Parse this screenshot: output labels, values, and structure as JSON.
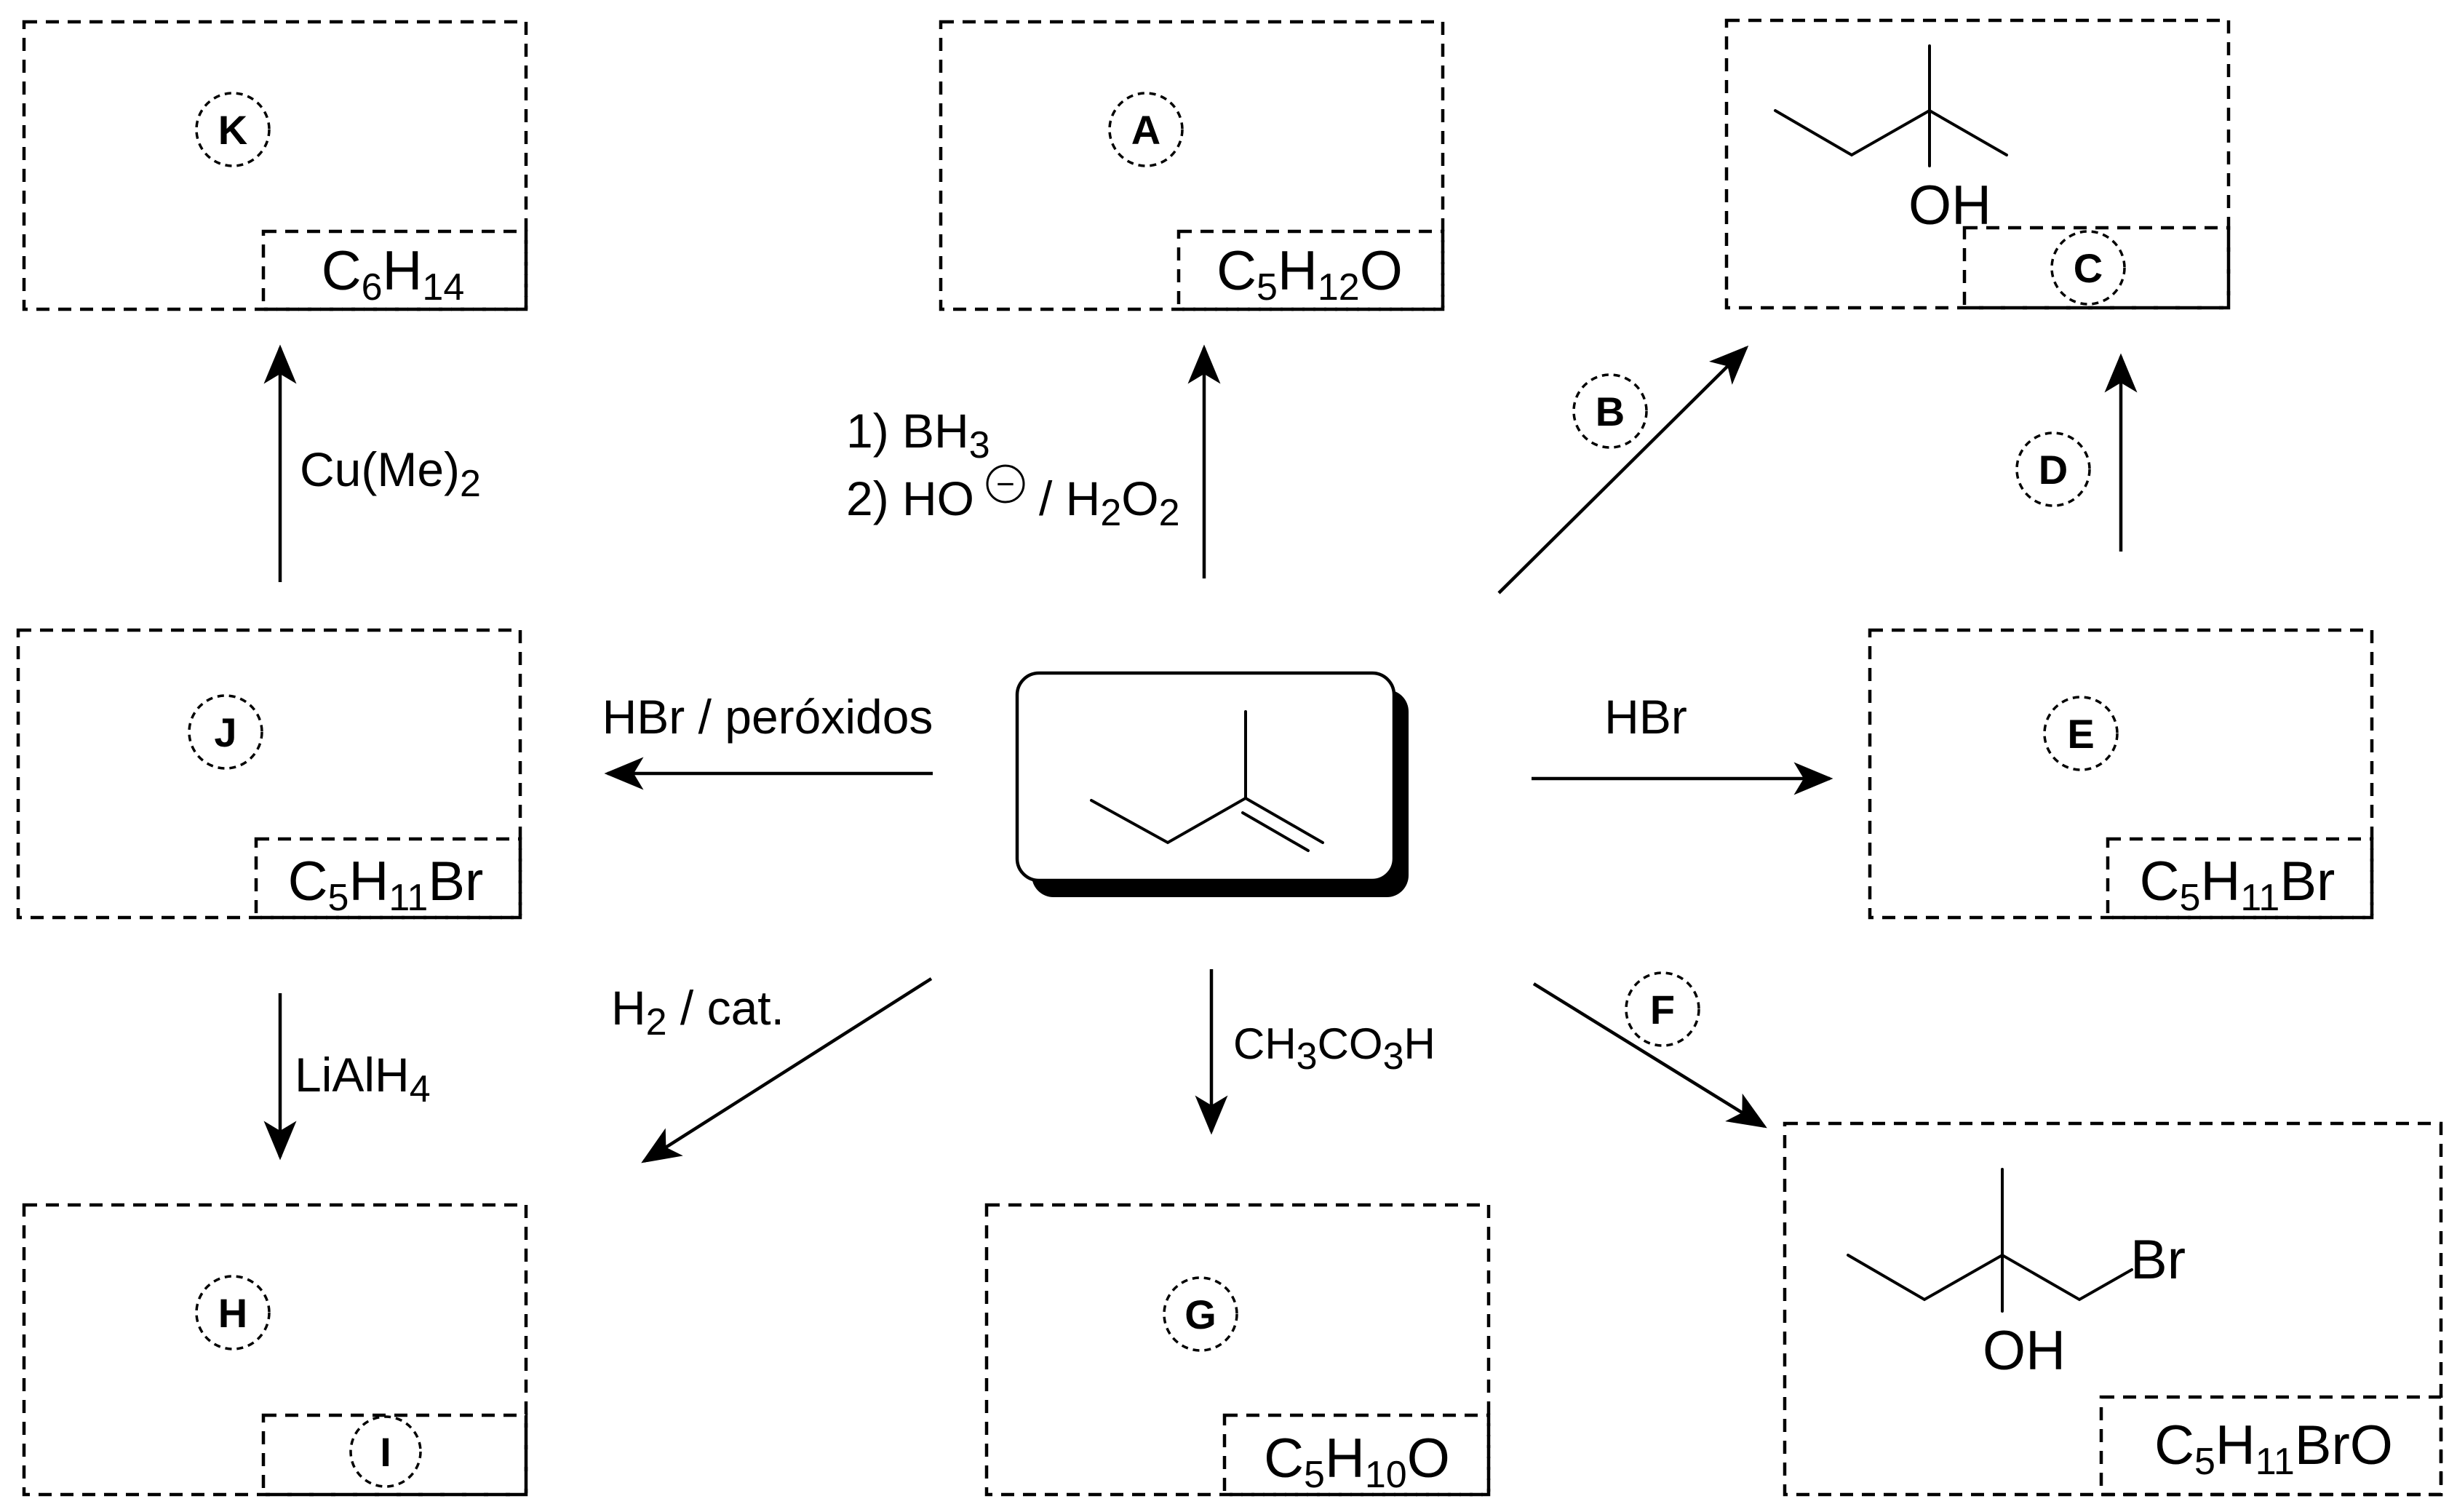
{
  "labels": {
    "k": "K",
    "a": "A",
    "b": "B",
    "c": "C",
    "d": "D",
    "e": "E",
    "f": "F",
    "g": "G",
    "h": "H",
    "i": "I",
    "j": "J"
  },
  "formulas": {
    "k": {
      "p1": "C",
      "s1": "6",
      "p2": "H",
      "s2": "14"
    },
    "a": {
      "p1": "C",
      "s1": "5",
      "p2": "H",
      "s2": "12",
      "p3": "O"
    },
    "j": {
      "p1": "C",
      "s1": "5",
      "p2": "H",
      "s2": "11",
      "p3": "Br"
    },
    "e": {
      "p1": "C",
      "s1": "5",
      "p2": "H",
      "s2": "11",
      "p3": "Br"
    },
    "g": {
      "p1": "C",
      "s1": "5",
      "p2": "H",
      "s2": "10",
      "p3": "O"
    },
    "f": {
      "p1": "C",
      "s1": "5",
      "p2": "H",
      "s2": "11",
      "p3": "BrO"
    }
  },
  "reagents": {
    "cu": {
      "p1": "Cu(Me)",
      "s1": "2"
    },
    "bh3": {
      "p1": "1) BH",
      "s1": "3"
    },
    "hooh": {
      "p1": "2) HO",
      "p2": "/ H",
      "s1": "2",
      "p3": "O",
      "s2": "2"
    },
    "hbr_perox": "HBr / peróxidos",
    "hbr": "HBr",
    "h2cat": {
      "p1": "H",
      "s1": "2",
      "p2": " / cat."
    },
    "lialh4": {
      "p1": "LiAlH",
      "s1": "4"
    },
    "ch3co3h": {
      "p1": "CH",
      "s1": "3",
      "p2": "CO",
      "s2": "3",
      "p3": "H"
    }
  },
  "structures": {
    "oh_c": "OH",
    "oh_f": "OH",
    "br_f": "Br",
    "minus": "−"
  }
}
